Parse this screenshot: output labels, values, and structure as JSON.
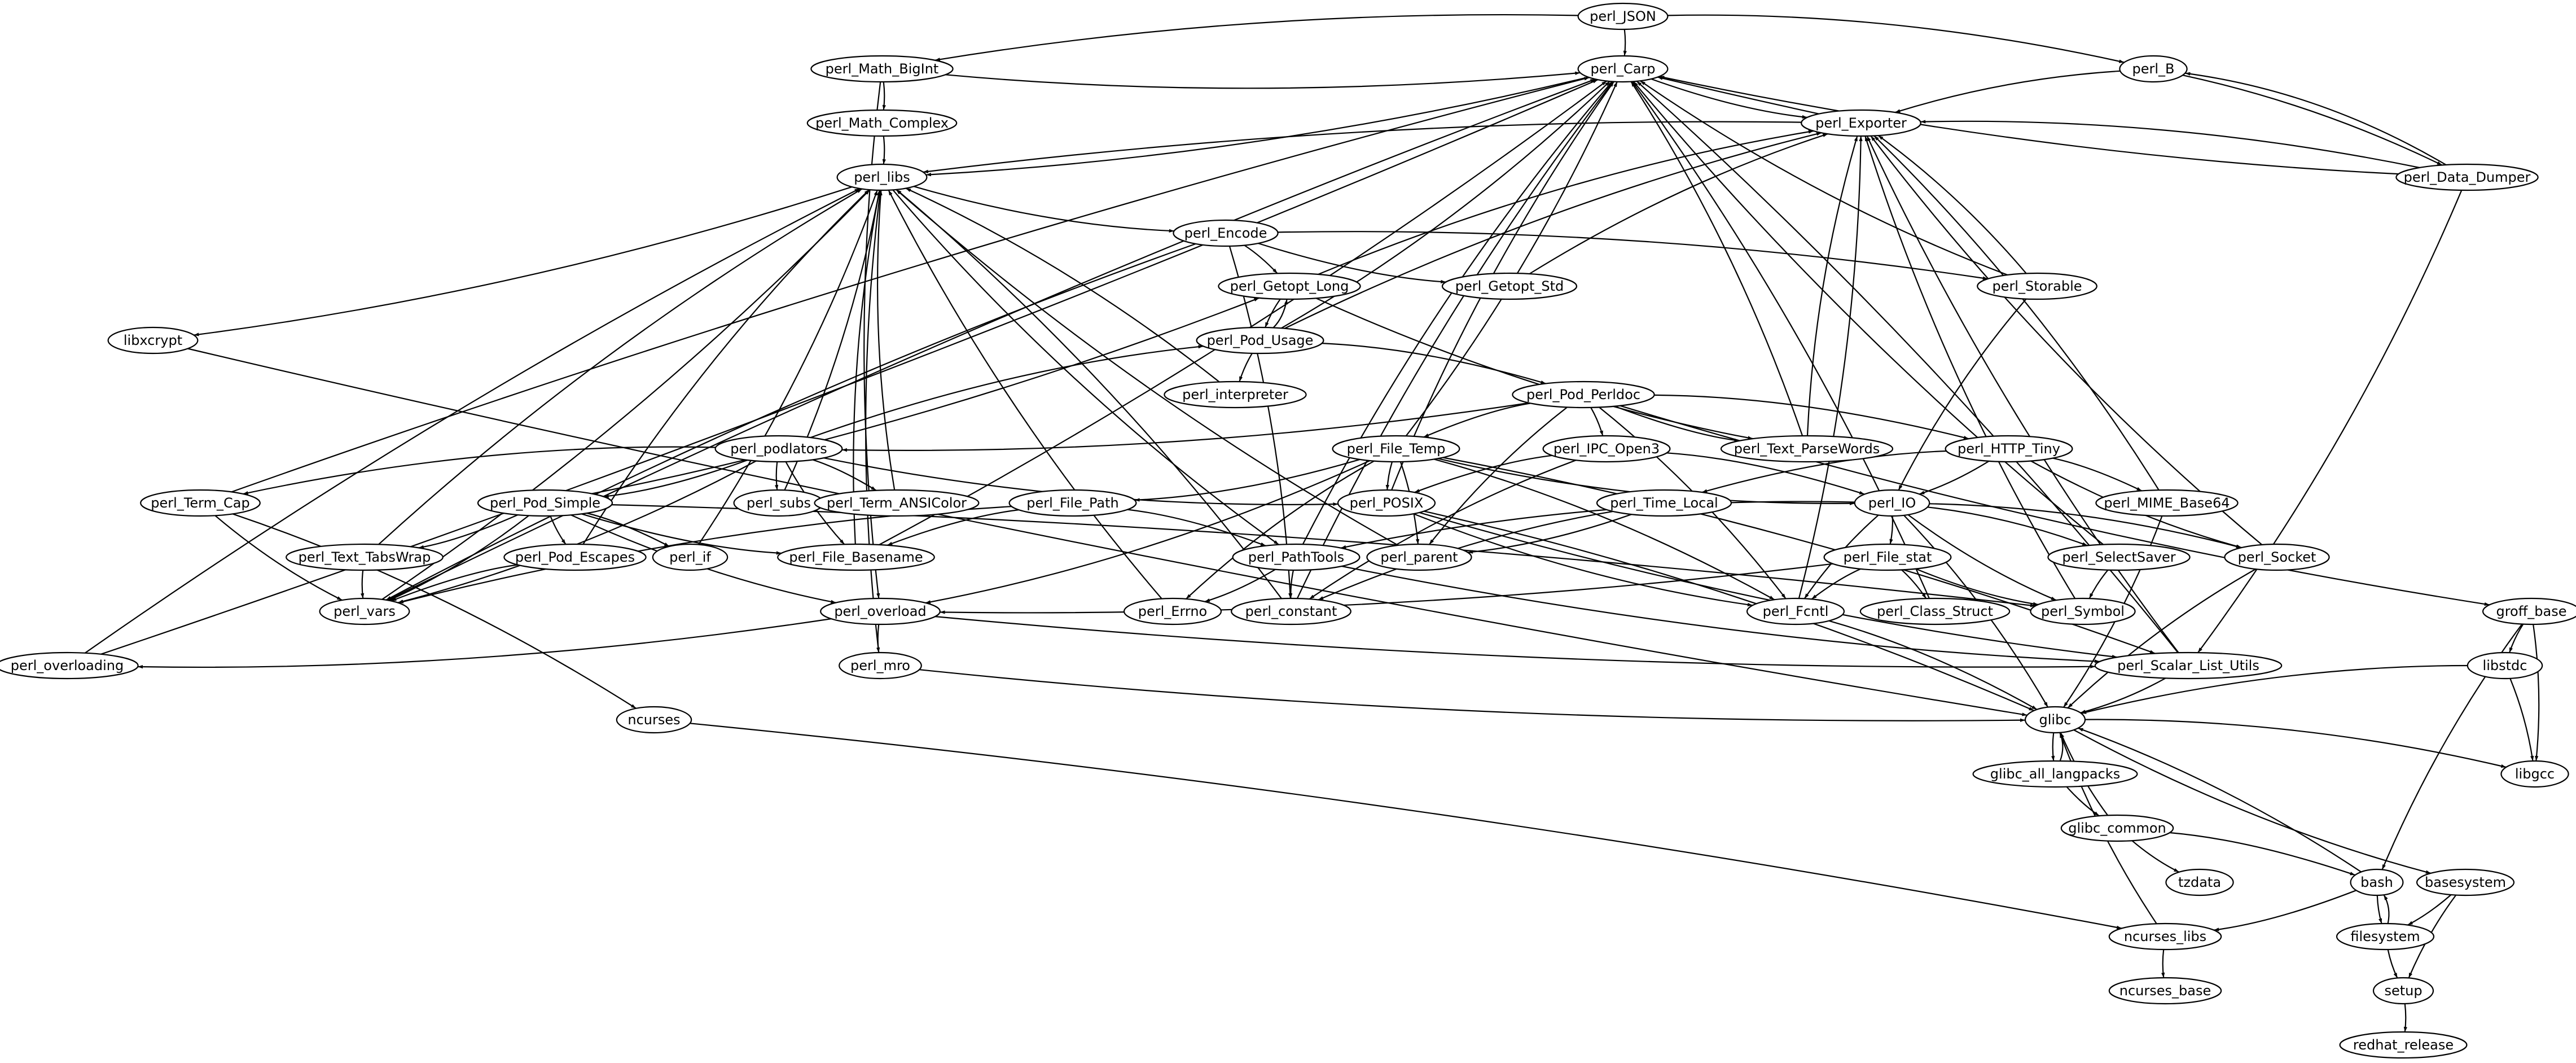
{
  "title": "Package dependency graph",
  "colors": {
    "background": "#ffffff",
    "stroke": "#000000",
    "text": "#000000"
  },
  "nodes": [
    "perl_JSON",
    "perl_Math_BigInt",
    "perl_Carp",
    "perl_B",
    "perl_Math_Complex",
    "perl_Exporter",
    "perl_Data_Dumper",
    "perl_libs",
    "perl_Encode",
    "perl_Getopt_Long",
    "perl_Getopt_Std",
    "perl_Storable",
    "libxcrypt",
    "perl_Pod_Usage",
    "perl_interpreter",
    "perl_Pod_Perldoc",
    "perl_podlators",
    "perl_File_Temp",
    "perl_IPC_Open3",
    "perl_Text_ParseWords",
    "perl_HTTP_Tiny",
    "perl_Term_Cap",
    "perl_Pod_Simple",
    "perl_subs",
    "perl_Term_ANSIColor",
    "perl_File_Path",
    "perl_POSIX",
    "perl_Time_Local",
    "perl_IO",
    "perl_MIME_Base64",
    "perl_Text_TabsWrap",
    "perl_Pod_Escapes",
    "perl_if",
    "perl_File_Basename",
    "perl_PathTools",
    "perl_parent",
    "perl_File_stat",
    "perl_SelectSaver",
    "perl_Socket",
    "perl_vars",
    "perl_overload",
    "perl_Errno",
    "perl_constant",
    "perl_Fcntl",
    "perl_Class_Struct",
    "perl_Symbol",
    "groff_base",
    "perl_overloading",
    "perl_mro",
    "perl_Scalar_List_Utils",
    "libstdc",
    "ncurses",
    "glibc",
    "glibc_all_langpacks",
    "libgcc",
    "glibc_common",
    "tzdata",
    "bash",
    "basesystem",
    "ncurses_libs",
    "filesystem",
    "ncurses_base",
    "setup",
    "redhat_release"
  ],
  "edges": [
    [
      "perl_JSON",
      "perl_Carp"
    ],
    [
      "perl_JSON",
      "perl_Math_BigInt"
    ],
    [
      "perl_JSON",
      "perl_B"
    ],
    [
      "perl_Math_BigInt",
      "perl_Carp"
    ],
    [
      "perl_Math_BigInt",
      "perl_Math_Complex"
    ],
    [
      "perl_Math_BigInt",
      "perl_overload"
    ],
    [
      "perl_Math_Complex",
      "perl_libs"
    ],
    [
      "perl_Carp",
      "perl_Exporter"
    ],
    [
      "perl_Carp",
      "perl_libs"
    ],
    [
      "perl_B",
      "perl_Exporter"
    ],
    [
      "perl_B",
      "perl_Data_Dumper"
    ],
    [
      "perl_Data_Dumper",
      "perl_B"
    ],
    [
      "perl_Data_Dumper",
      "perl_Carp"
    ],
    [
      "perl_Data_Dumper",
      "perl_Exporter"
    ],
    [
      "perl_Data_Dumper",
      "perl_Scalar_List_Utils"
    ],
    [
      "perl_Exporter",
      "perl_libs"
    ],
    [
      "perl_Exporter",
      "perl_Carp"
    ],
    [
      "perl_libs",
      "perl_Encode"
    ],
    [
      "perl_libs",
      "libxcrypt"
    ],
    [
      "perl_libs",
      "perl_PathTools"
    ],
    [
      "perl_Encode",
      "perl_Getopt_Long"
    ],
    [
      "perl_Encode",
      "perl_Getopt_Std"
    ],
    [
      "perl_Encode",
      "perl_Storable"
    ],
    [
      "perl_Encode",
      "perl_vars"
    ],
    [
      "perl_Encode",
      "perl_constant"
    ],
    [
      "perl_Getopt_Long",
      "perl_Pod_Usage"
    ],
    [
      "perl_Getopt_Long",
      "perl_Exporter"
    ],
    [
      "perl_Getopt_Long",
      "perl_Text_ParseWords"
    ],
    [
      "perl_Getopt_Std",
      "perl_Exporter"
    ],
    [
      "perl_Storable",
      "perl_Exporter"
    ],
    [
      "perl_Storable",
      "perl_Carp"
    ],
    [
      "perl_Storable",
      "perl_IO"
    ],
    [
      "perl_Pod_Usage",
      "perl_Getopt_Long"
    ],
    [
      "perl_Pod_Usage",
      "perl_interpreter"
    ],
    [
      "perl_Pod_Usage",
      "perl_Pod_Perldoc"
    ],
    [
      "perl_Pod_Usage",
      "perl_Carp"
    ],
    [
      "perl_Pod_Usage",
      "perl_Exporter"
    ],
    [
      "perl_interpreter",
      "perl_libs"
    ],
    [
      "perl_Pod_Perldoc",
      "perl_podlators"
    ],
    [
      "perl_Pod_Perldoc",
      "perl_File_Temp"
    ],
    [
      "perl_Pod_Perldoc",
      "perl_IPC_Open3"
    ],
    [
      "perl_Pod_Perldoc",
      "perl_Text_ParseWords"
    ],
    [
      "perl_Pod_Perldoc",
      "perl_HTTP_Tiny"
    ],
    [
      "perl_Pod_Perldoc",
      "perl_parent"
    ],
    [
      "perl_Pod_Perldoc",
      "perl_Fcntl"
    ],
    [
      "perl_Pod_Perldoc",
      "groff_base"
    ],
    [
      "perl_podlators",
      "perl_Pod_Usage"
    ],
    [
      "perl_podlators",
      "perl_Term_Cap"
    ],
    [
      "perl_podlators",
      "perl_Pod_Simple"
    ],
    [
      "perl_podlators",
      "perl_subs"
    ],
    [
      "perl_podlators",
      "perl_Term_ANSIColor"
    ],
    [
      "perl_podlators",
      "perl_POSIX"
    ],
    [
      "perl_podlators",
      "perl_vars"
    ],
    [
      "perl_podlators",
      "perl_File_Basename"
    ],
    [
      "perl_File_Temp",
      "perl_File_Path"
    ],
    [
      "perl_File_Temp",
      "perl_POSIX"
    ],
    [
      "perl_File_Temp",
      "perl_parent"
    ],
    [
      "perl_File_Temp",
      "perl_IO"
    ],
    [
      "perl_File_Temp",
      "perl_Fcntl"
    ],
    [
      "perl_File_Temp",
      "perl_Errno"
    ],
    [
      "perl_File_Temp",
      "perl_overload"
    ],
    [
      "perl_File_Temp",
      "perl_Carp"
    ],
    [
      "perl_File_Temp",
      "perl_Scalar_List_Utils"
    ],
    [
      "perl_IPC_Open3",
      "perl_POSIX"
    ],
    [
      "perl_IPC_Open3",
      "perl_IO"
    ],
    [
      "perl_IPC_Open3",
      "perl_constant"
    ],
    [
      "perl_Text_ParseWords",
      "perl_Exporter"
    ],
    [
      "perl_Text_ParseWords",
      "perl_Carp"
    ],
    [
      "perl_HTTP_Tiny",
      "perl_IO"
    ],
    [
      "perl_HTTP_Tiny",
      "perl_Time_Local"
    ],
    [
      "perl_HTTP_Tiny",
      "perl_MIME_Base64"
    ],
    [
      "perl_HTTP_Tiny",
      "perl_Socket"
    ],
    [
      "perl_Term_Cap",
      "perl_Carp"
    ],
    [
      "perl_Term_Cap",
      "perl_vars"
    ],
    [
      "perl_Term_Cap",
      "ncurses"
    ],
    [
      "perl_Pod_Simple",
      "perl_Getopt_Long"
    ],
    [
      "perl_Pod_Simple",
      "perl_Text_TabsWrap"
    ],
    [
      "perl_Pod_Simple",
      "perl_Pod_Escapes"
    ],
    [
      "perl_Pod_Simple",
      "perl_if"
    ],
    [
      "perl_Pod_Simple",
      "perl_File_Basename"
    ],
    [
      "perl_Pod_Simple",
      "perl_vars"
    ],
    [
      "perl_Pod_Simple",
      "perl_overload"
    ],
    [
      "perl_Pod_Simple",
      "perl_Symbol"
    ],
    [
      "perl_subs",
      "perl_libs"
    ],
    [
      "perl_Term_ANSIColor",
      "perl_libs"
    ],
    [
      "perl_File_Path",
      "perl_File_Basename"
    ],
    [
      "perl_File_Path",
      "perl_PathTools"
    ],
    [
      "perl_File_Path",
      "perl_vars"
    ],
    [
      "perl_POSIX",
      "perl_Carp"
    ],
    [
      "perl_POSIX",
      "perl_Fcntl"
    ],
    [
      "perl_POSIX",
      "glibc"
    ],
    [
      "perl_POSIX",
      "perl_Scalar_List_Utils"
    ],
    [
      "perl_Time_Local",
      "perl_parent"
    ],
    [
      "perl_Time_Local",
      "perl_constant"
    ],
    [
      "perl_IO",
      "perl_File_stat"
    ],
    [
      "perl_IO",
      "perl_Fcntl"
    ],
    [
      "perl_IO",
      "perl_SelectSaver"
    ],
    [
      "perl_IO",
      "perl_Symbol"
    ],
    [
      "perl_IO",
      "perl_Socket"
    ],
    [
      "perl_IO",
      "perl_PathTools"
    ],
    [
      "perl_IO",
      "glibc"
    ],
    [
      "perl_MIME_Base64",
      "perl_Exporter"
    ],
    [
      "perl_MIME_Base64",
      "glibc"
    ],
    [
      "perl_Text_TabsWrap",
      "perl_vars"
    ],
    [
      "perl_Text_TabsWrap",
      "perl_libs"
    ],
    [
      "perl_Pod_Escapes",
      "perl_vars"
    ],
    [
      "perl_Pod_Escapes",
      "perl_libs"
    ],
    [
      "perl_if",
      "perl_libs"
    ],
    [
      "perl_File_Basename",
      "perl_libs"
    ],
    [
      "perl_File_Basename",
      "perl_Carp"
    ],
    [
      "perl_PathTools",
      "perl_Errno"
    ],
    [
      "perl_PathTools",
      "perl_constant"
    ],
    [
      "perl_PathTools",
      "perl_Carp"
    ],
    [
      "perl_PathTools",
      "perl_Scalar_List_Utils"
    ],
    [
      "perl_parent",
      "perl_libs"
    ],
    [
      "perl_File_stat",
      "perl_Fcntl"
    ],
    [
      "perl_File_stat",
      "perl_Class_Struct"
    ],
    [
      "perl_File_stat",
      "perl_Symbol"
    ],
    [
      "perl_File_stat",
      "perl_overload"
    ],
    [
      "perl_SelectSaver",
      "perl_Symbol"
    ],
    [
      "perl_SelectSaver",
      "perl_Carp"
    ],
    [
      "perl_Socket",
      "glibc"
    ],
    [
      "perl_Socket",
      "perl_Exporter"
    ],
    [
      "perl_vars",
      "perl_libs"
    ],
    [
      "perl_vars",
      "perl_Carp"
    ],
    [
      "perl_overload",
      "perl_mro"
    ],
    [
      "perl_overload",
      "perl_overloading"
    ],
    [
      "perl_overload",
      "perl_Scalar_List_Utils"
    ],
    [
      "perl_Errno",
      "perl_libs"
    ],
    [
      "perl_constant",
      "perl_libs"
    ],
    [
      "perl_constant",
      "perl_Carp"
    ],
    [
      "perl_Fcntl",
      "perl_Exporter"
    ],
    [
      "perl_Fcntl",
      "glibc"
    ],
    [
      "perl_Class_Struct",
      "perl_Carp"
    ],
    [
      "perl_Symbol",
      "perl_Exporter"
    ],
    [
      "groff_base",
      "libstdc"
    ],
    [
      "groff_base",
      "libgcc"
    ],
    [
      "groff_base",
      "bash"
    ],
    [
      "perl_overloading",
      "perl_libs"
    ],
    [
      "perl_overloading",
      "perl_Carp"
    ],
    [
      "perl_mro",
      "perl_libs"
    ],
    [
      "perl_mro",
      "glibc"
    ],
    [
      "perl_Scalar_List_Utils",
      "glibc"
    ],
    [
      "perl_Scalar_List_Utils",
      "perl_Carp"
    ],
    [
      "perl_Scalar_List_Utils",
      "perl_Exporter"
    ],
    [
      "libstdc",
      "glibc"
    ],
    [
      "libstdc",
      "libgcc"
    ],
    [
      "libxcrypt",
      "glibc"
    ],
    [
      "ncurses",
      "ncurses_libs"
    ],
    [
      "glibc",
      "glibc_all_langpacks"
    ],
    [
      "glibc",
      "libgcc"
    ],
    [
      "glibc",
      "basesystem"
    ],
    [
      "glibc_all_langpacks",
      "glibc"
    ],
    [
      "glibc_all_langpacks",
      "glibc_common"
    ],
    [
      "glibc_common",
      "glibc"
    ],
    [
      "glibc_common",
      "tzdata"
    ],
    [
      "glibc_common",
      "bash"
    ],
    [
      "bash",
      "glibc"
    ],
    [
      "bash",
      "ncurses_libs"
    ],
    [
      "bash",
      "filesystem"
    ],
    [
      "basesystem",
      "filesystem"
    ],
    [
      "basesystem",
      "setup"
    ],
    [
      "filesystem",
      "bash"
    ],
    [
      "filesystem",
      "setup"
    ],
    [
      "ncurses_libs",
      "glibc"
    ],
    [
      "ncurses_libs",
      "ncurses_base"
    ],
    [
      "setup",
      "redhat_release"
    ]
  ]
}
